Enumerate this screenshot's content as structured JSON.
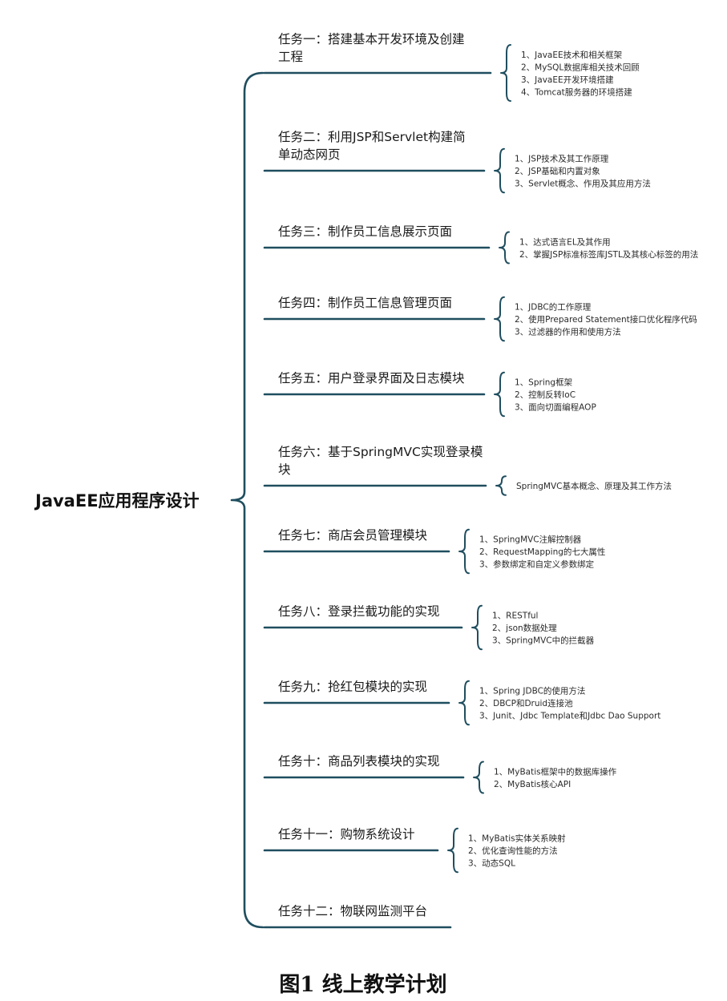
{
  "root": {
    "label": "JavaEE应用程序设计"
  },
  "tasks": [
    {
      "lines": [
        "任务一：搭建基本开发环境及创建",
        "工程"
      ],
      "items": [
        "1、JavaEE技术和相关框架",
        "2、MySQL数据库相关技术回顾",
        "3、JavaEE开发环境搭建",
        "4、Tomcat服务器的环境搭建"
      ]
    },
    {
      "lines": [
        "任务二：利用JSP和Servlet构建简",
        "单动态网页"
      ],
      "items": [
        "1、JSP技术及其工作原理",
        "2、JSP基础和内置对象",
        "3、Servlet概念、作用及其应用方法"
      ]
    },
    {
      "lines": [
        "任务三：制作员工信息展示页面"
      ],
      "items": [
        "1、达式语言EL及其作用",
        "2、掌握JSP标准标签库JSTL及其核心标签的用法"
      ]
    },
    {
      "lines": [
        "任务四：制作员工信息管理页面"
      ],
      "items": [
        "1、JDBC的工作原理",
        "2、使用Prepared Statement接口优化程序代码",
        "3、过滤器的作用和使用方法"
      ]
    },
    {
      "lines": [
        "任务五：用户登录界面及日志模块"
      ],
      "items": [
        "1、Spring框架",
        "2、控制反转IoC",
        "3、面向切面编程AOP"
      ]
    },
    {
      "lines": [
        "任务六：基于SpringMVC实现登录模",
        "块"
      ],
      "items": [
        "SpringMVC基本概念、原理及其工作方法"
      ]
    },
    {
      "lines": [
        "任务七：商店会员管理模块"
      ],
      "items": [
        "1、SpringMVC注解控制器",
        "2、RequestMapping的七大属性",
        "3、参数绑定和自定义参数绑定"
      ]
    },
    {
      "lines": [
        "任务八：登录拦截功能的实现"
      ],
      "items": [
        "1、RESTful",
        "2、json数据处理",
        "3、SpringMVC中的拦截器"
      ]
    },
    {
      "lines": [
        "任务九：抢红包模块的实现"
      ],
      "items": [
        "1、Spring JDBC的使用方法",
        "2、DBCP和Druid连接池",
        "3、Junit、Jdbc Template和Jdbc Dao Support"
      ]
    },
    {
      "lines": [
        "任务十：商品列表模块的实现"
      ],
      "items": [
        "1、MyBatis框架中的数据库操作",
        "2、MyBatis核心API"
      ]
    },
    {
      "lines": [
        "任务十一：购物系统设计"
      ],
      "items": [
        "1、MyBatis实体关系映射",
        "2、优化查询性能的方法",
        "3、动态SQL"
      ]
    },
    {
      "lines": [
        "任务十二：物联网监测平台"
      ],
      "items": []
    }
  ],
  "caption": "图1   线上教学计划"
}
